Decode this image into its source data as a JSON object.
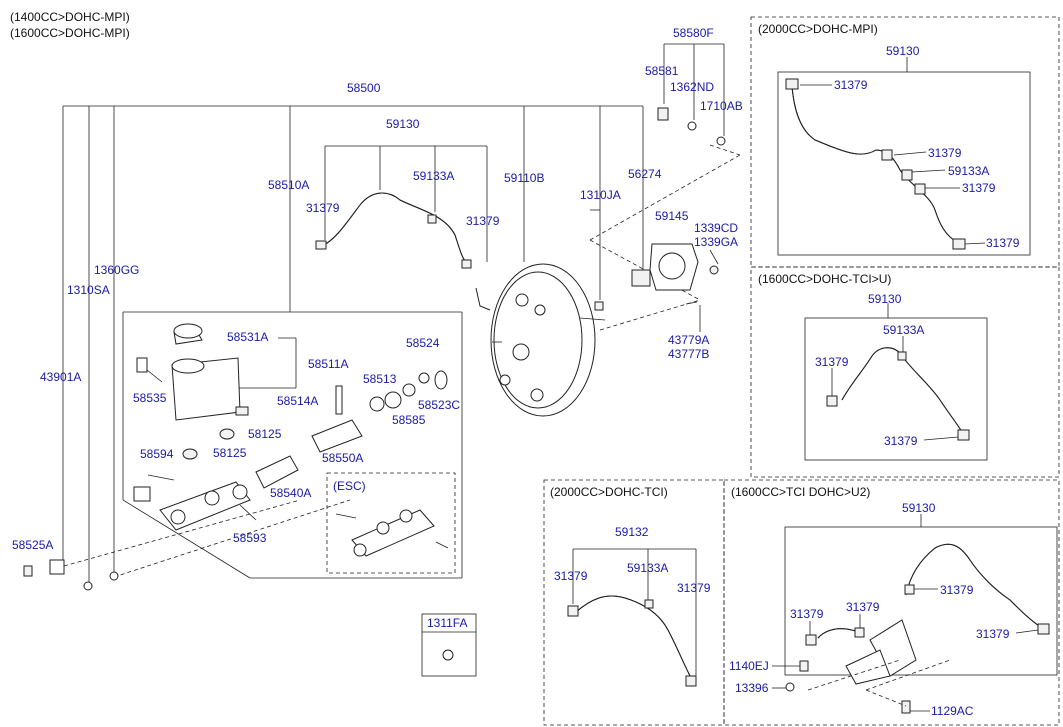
{
  "header": {
    "line1": "(1400CC>DOHC-MPI)",
    "line2": "(1600CC>DOHC-MPI)"
  },
  "main_labels": {
    "p58500": "58500",
    "p58580F": "58580F",
    "p58581": "58581",
    "p1362ND": "1362ND",
    "p1710AB": "1710AB",
    "p59130": "59130",
    "p58510A": "58510A",
    "p31379a": "31379",
    "p59133A": "59133A",
    "p31379b": "31379",
    "p59110B": "59110B",
    "p56274": "56274",
    "p1310JA": "1310JA",
    "p59145": "59145",
    "p1339CD": "1339CD",
    "p1339GA": "1339GA",
    "p43779A": "43779A",
    "p43777B": "43777B",
    "p1360GG": "1360GG",
    "p1310SA": "1310SA",
    "p43901A": "43901A",
    "p58531A": "58531A",
    "p58511A": "58511A",
    "p58524": "58524",
    "p58535": "58535",
    "p58513": "58513",
    "p58514A": "58514A",
    "p58523C": "58523C",
    "p58585": "58585",
    "p58125a": "58125",
    "p58125b": "58125",
    "p58594": "58594",
    "p58550A": "58550A",
    "p58540A": "58540A",
    "pESC": "(ESC)",
    "p58593": "58593",
    "p58525A": "58525A",
    "p1311FA": "1311FA"
  },
  "box_mpi2000": {
    "title": "(2000CC>DOHC-MPI)",
    "p59130": "59130",
    "p31379a": "31379",
    "p31379b": "31379",
    "p59133A": "59133A",
    "p31379c": "31379",
    "p31379d": "31379"
  },
  "box_tci1600u": {
    "title": "(1600CC>DOHC-TCI>U)",
    "p59130": "59130",
    "p59133A": "59133A",
    "p31379a": "31379",
    "p31379b": "31379"
  },
  "box_tci2000": {
    "title": "(2000CC>DOHC-TCI)",
    "p59132": "59132",
    "p31379a": "31379",
    "p59133A": "59133A",
    "p31379b": "31379"
  },
  "box_tci1600u2": {
    "title": "(1600CC>TCI DOHC>U2)",
    "p59130": "59130",
    "p31379a": "31379",
    "p31379b": "31379",
    "p31379c": "31379",
    "p31379d": "31379",
    "p1140EJ": "1140EJ",
    "p13396": "13396",
    "p1129AC": "1129AC"
  }
}
